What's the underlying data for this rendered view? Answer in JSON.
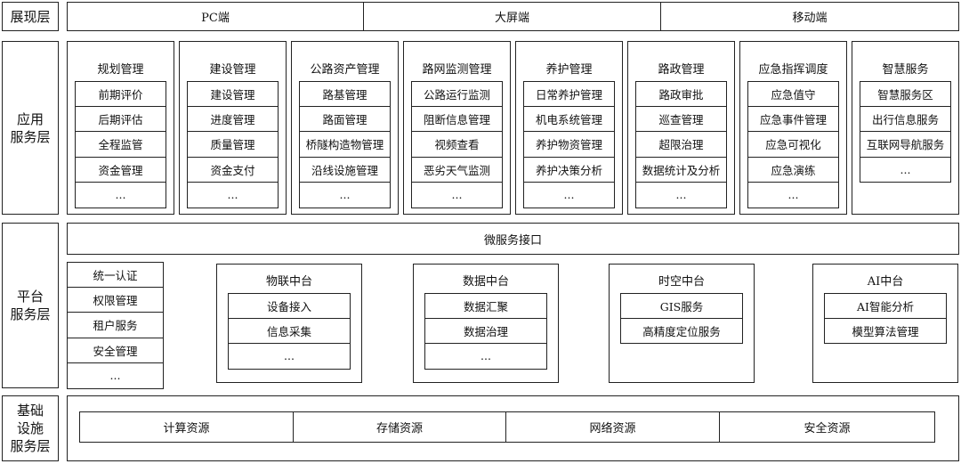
{
  "layers": {
    "presentation": "展现层",
    "application": "应用\n服务层",
    "platform": "平台\n服务层",
    "infrastructure": "基础\n设施\n服务层"
  },
  "presentation": [
    "PC端",
    "大屏端",
    "移动端"
  ],
  "application": [
    {
      "title": "规划管理",
      "items": [
        "前期评价",
        "后期评估",
        "全程监管",
        "资金管理",
        "..."
      ]
    },
    {
      "title": "建设管理",
      "items": [
        "建设管理",
        "进度管理",
        "质量管理",
        "资金支付",
        "..."
      ]
    },
    {
      "title": "公路资产管理",
      "items": [
        "路基管理",
        "路面管理",
        "桥隧构造物管理",
        "沿线设施管理",
        "..."
      ]
    },
    {
      "title": "路网监测管理",
      "items": [
        "公路运行监测",
        "阻断信息管理",
        "视频查看",
        "恶劣天气监测",
        "..."
      ]
    },
    {
      "title": "养护管理",
      "items": [
        "日常养护管理",
        "机电系统管理",
        "养护物资管理",
        "养护决策分析",
        "..."
      ]
    },
    {
      "title": "路政管理",
      "items": [
        "路政审批",
        "巡查管理",
        "超限治理",
        "数据统计及分析",
        "..."
      ]
    },
    {
      "title": "应急指挥调度",
      "items": [
        "应急值守",
        "应急事件管理",
        "应急可视化",
        "应急演练",
        "..."
      ]
    },
    {
      "title": "智慧服务",
      "items": [
        "智慧服务区",
        "出行信息服务",
        "互联网导航服务",
        "..."
      ]
    }
  ],
  "platform": {
    "microservice": "微服务接口",
    "common": [
      "统一认证",
      "权限管理",
      "租户服务",
      "安全管理",
      "..."
    ],
    "middle": [
      {
        "title": "物联中台",
        "items": [
          "设备接入",
          "信息采集",
          "..."
        ]
      },
      {
        "title": "数据中台",
        "items": [
          "数据汇聚",
          "数据治理",
          "..."
        ]
      },
      {
        "title": "时空中台",
        "items": [
          "GIS服务",
          "高精度定位服务"
        ]
      },
      {
        "title": "AI中台",
        "items": [
          "AI智能分析",
          "模型算法管理"
        ]
      }
    ]
  },
  "infrastructure": [
    "计算资源",
    "存储资源",
    "网络资源",
    "安全资源"
  ]
}
